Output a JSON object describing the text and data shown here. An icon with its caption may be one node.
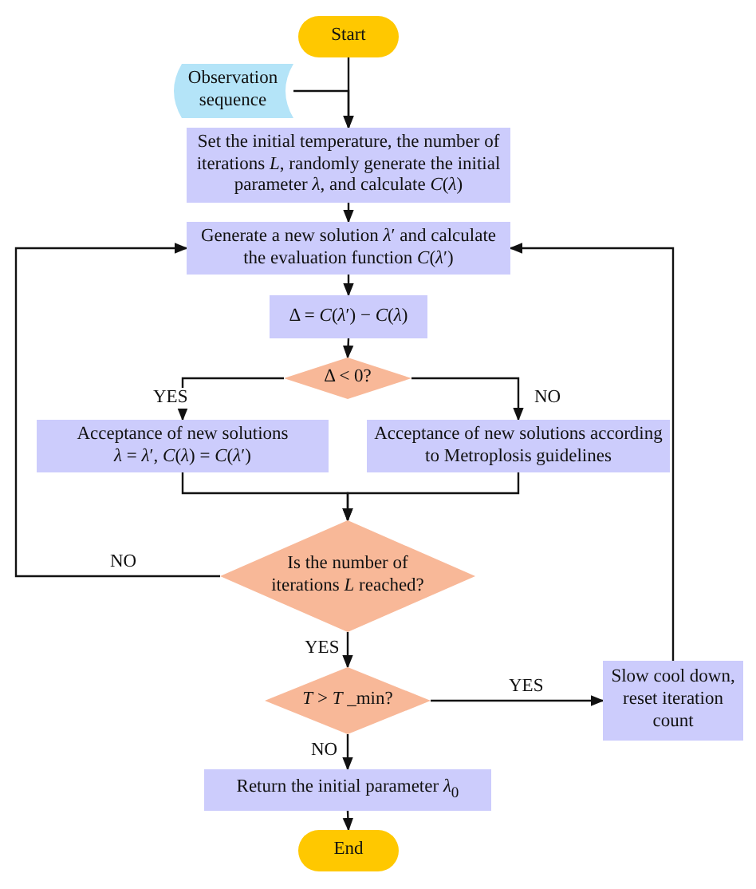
{
  "diagram": {
    "nodes": [
      {
        "text": [
          "Start"
        ]
      },
      {
        "text": [
          "Observation sequence"
        ]
      },
      {
        "text": [
          "Set the initial temperature, the number of iterations *L*, randomly generate the initial parameter *λ*, and calculate *C*(*λ*)"
        ]
      },
      {
        "text": [
          "Generate a new solution *λ*′ and calculate the evaluation function *C*(*λ*′)"
        ]
      },
      {
        "text": [
          "Δ = *C*(*λ*′) − *C*(*λ*)"
        ]
      },
      {
        "text": [
          "Δ < 0?"
        ]
      },
      {
        "text": [
          "Acceptance of new solutions",
          "*λ* = *λ*′, *C*(*λ*) = *C*(*λ*′)"
        ]
      },
      {
        "text": [
          "Acceptance of new solutions according to Metroplosis guidelines"
        ]
      },
      {
        "text": [
          "Is the number of iterations *L* reached?"
        ]
      },
      {
        "text": [
          "*T* > *T* _min?"
        ]
      },
      {
        "text": [
          "Slow cool down, reset iteration count"
        ]
      },
      {
        "text": [
          "Return the initial parameter *λ*$_{0}$"
        ]
      },
      {
        "text": [
          "End"
        ]
      }
    ],
    "edges": [
      {
        "from": 0,
        "to": 2,
        "arrow": "to"
      },
      {
        "from": 1,
        "to": 2,
        "arrow": "to"
      },
      {
        "from": 2,
        "to": 3,
        "arrow": "to"
      },
      {
        "from": 3,
        "to": 4,
        "arrow": "to"
      },
      {
        "from": 4,
        "to": 5,
        "arrow": "to"
      },
      {
        "from": 5,
        "to": 6,
        "arrow": "to",
        "label": "YES"
      },
      {
        "from": 5,
        "to": 7,
        "arrow": "to",
        "label": "NO"
      },
      {
        "from": 6,
        "to": 8,
        "arrow": "to"
      },
      {
        "from": 7,
        "to": 8,
        "arrow": "to"
      },
      {
        "from": 8,
        "to": 3,
        "arrow": "to",
        "label": "NO"
      },
      {
        "from": 8,
        "to": 9,
        "arrow": "to",
        "label": "YES"
      },
      {
        "from": 9,
        "to": 10,
        "arrow": "to",
        "label": "YES"
      },
      {
        "from": 10,
        "to": 3,
        "arrow": "to"
      },
      {
        "from": 9,
        "to": 11,
        "arrow": "to",
        "label": "NO"
      },
      {
        "from": 11,
        "to": 12,
        "arrow": "to"
      }
    ]
  }
}
